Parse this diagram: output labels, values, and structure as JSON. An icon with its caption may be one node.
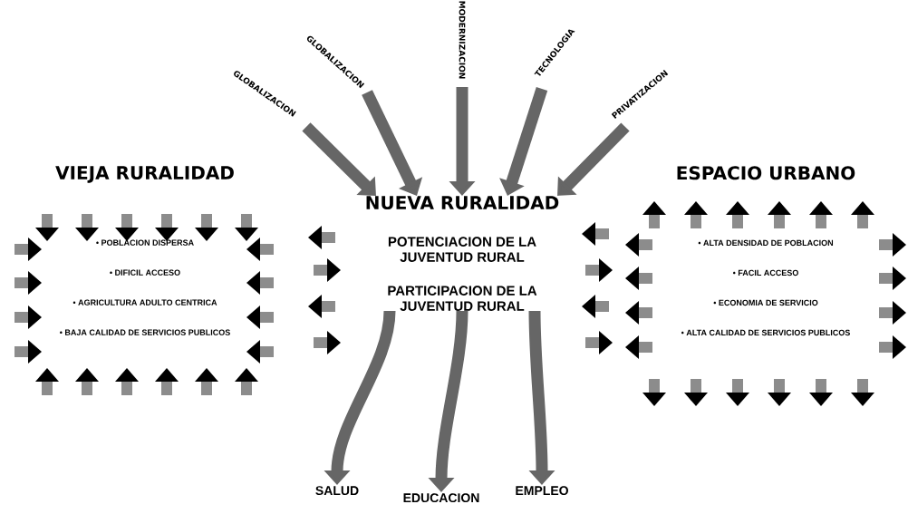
{
  "diagram": {
    "nodes": [
      {
        "text": [
          "VIEJA RURALIDAD",
          "• POBLACION DISPERSA",
          "• DIFICIL ACCESO",
          "• AGRICULTURA ADULTO CENTRICA",
          "• BAJA CALIDAD DE SERVICIOS PUBLICOS"
        ]
      },
      {
        "text": [
          "NUEVA RURALIDAD",
          "POTENCIACION DE LA JUVENTUD RURAL",
          "PARTICIPACION DE LA JUVENTUD RURAL"
        ]
      },
      {
        "text": [
          "ESPACIO URBANO",
          "• ALTA DENSIDAD DE POBLACION",
          "• FACIL ACCESO",
          "• ECONOMIA DE SERVICIO",
          "• ALTA CALIDAD DE SERVICIOS PUBLICOS"
        ]
      },
      {
        "text": [
          "SALUD"
        ]
      },
      {
        "text": [
          "EDUCACION"
        ]
      },
      {
        "text": [
          "EMPLEO"
        ]
      }
    ],
    "edges": [
      {
        "from": null,
        "to": 1,
        "arrow": "to",
        "label": "GLOBALIZACION"
      },
      {
        "from": null,
        "to": 1,
        "arrow": "to",
        "label": "GLOBALIZACION"
      },
      {
        "from": null,
        "to": 1,
        "arrow": "to",
        "label": "MODERNIZACION"
      },
      {
        "from": null,
        "to": 1,
        "arrow": "to",
        "label": "TECNOLOGIA"
      },
      {
        "from": null,
        "to": 1,
        "arrow": "to",
        "label": "PRIVATIZACION"
      },
      {
        "from": 1,
        "to": 3,
        "arrow": "to"
      },
      {
        "from": 1,
        "to": 4,
        "arrow": "to"
      },
      {
        "from": 1,
        "to": 5,
        "arrow": "to"
      }
    ]
  }
}
